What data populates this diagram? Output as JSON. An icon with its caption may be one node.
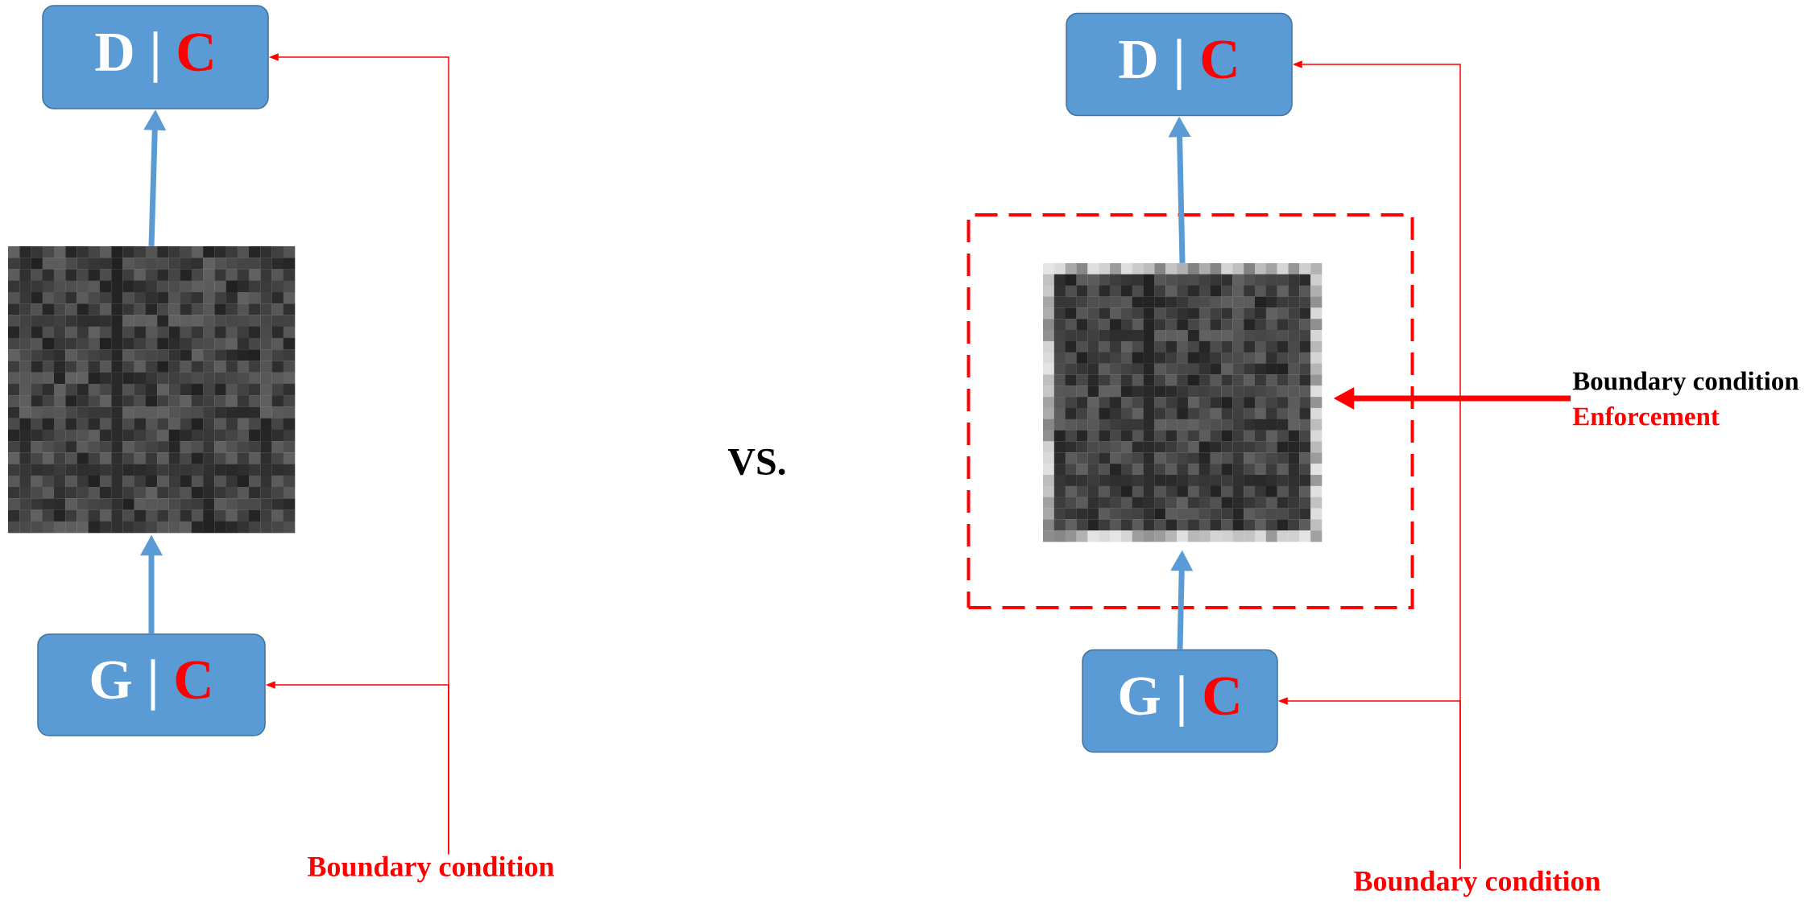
{
  "diagram": {
    "nodes": [
      {
        "text": [
          "D |",
          "C"
        ]
      },
      {
        "text": [],
        "shape": "picture"
      },
      {
        "text": [
          "G |",
          "C"
        ]
      },
      {
        "text": [
          "Boundary condition"
        ]
      },
      {
        "text": [
          "D |",
          "C"
        ]
      },
      {
        "text": [],
        "shape": "box"
      },
      {
        "text": [],
        "shape": "picture",
        "in": 5
      },
      {
        "text": [
          "G |",
          "C"
        ]
      },
      {
        "text": [
          "Boundary condition",
          "Enforcement"
        ]
      },
      {
        "text": [
          "Boundary condition"
        ]
      }
    ],
    "edges": [
      {
        "from": 1,
        "to": 0,
        "arrow": "to",
        "color": "#5b9bd5"
      },
      {
        "from": 2,
        "to": 1,
        "arrow": "to",
        "color": "#5b9bd5"
      },
      {
        "from": 3,
        "to": 0,
        "arrow": "to"
      },
      {
        "from": 3,
        "to": 2,
        "arrow": "to"
      },
      {
        "from": 6,
        "to": 4,
        "arrow": "to",
        "color": "#5b9bd5"
      },
      {
        "from": 7,
        "to": 6,
        "arrow": "to",
        "color": "#5b9bd5"
      },
      {
        "from": 8,
        "to": 6,
        "arrow": "to"
      },
      {
        "from": 9,
        "to": 4,
        "arrow": "to"
      },
      {
        "from": 9,
        "to": 7,
        "arrow": "to"
      }
    ],
    "labels": [
      "VS."
    ]
  }
}
